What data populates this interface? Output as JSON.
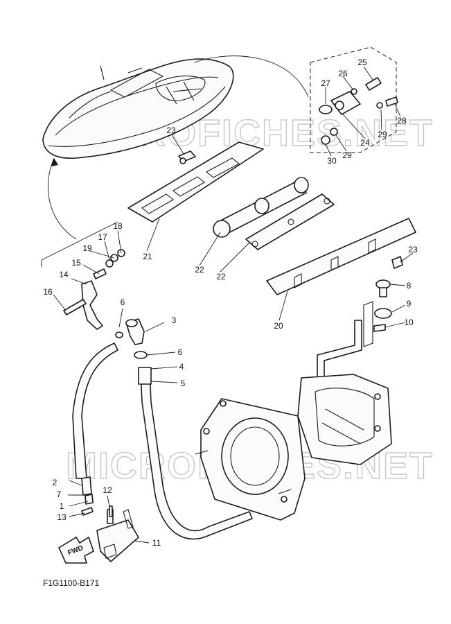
{
  "diagram": {
    "figure_code": "F1G1100-B171",
    "watermark": "MICROFICHES.NET",
    "fwd_label": "FWD",
    "callouts": [
      {
        "id": "c1",
        "label": "1"
      },
      {
        "id": "c2",
        "label": "2"
      },
      {
        "id": "c3",
        "label": "3"
      },
      {
        "id": "c4",
        "label": "4"
      },
      {
        "id": "c5",
        "label": "5"
      },
      {
        "id": "c6a",
        "label": "6"
      },
      {
        "id": "c6b",
        "label": "6"
      },
      {
        "id": "c7",
        "label": "7"
      },
      {
        "id": "c8",
        "label": "8"
      },
      {
        "id": "c9",
        "label": "9"
      },
      {
        "id": "c10",
        "label": "10"
      },
      {
        "id": "c11",
        "label": "11"
      },
      {
        "id": "c12",
        "label": "12"
      },
      {
        "id": "c13",
        "label": "13"
      },
      {
        "id": "c14",
        "label": "14"
      },
      {
        "id": "c15",
        "label": "15"
      },
      {
        "id": "c16",
        "label": "16"
      },
      {
        "id": "c17",
        "label": "17"
      },
      {
        "id": "c18",
        "label": "18"
      },
      {
        "id": "c19",
        "label": "19"
      },
      {
        "id": "c20",
        "label": "20"
      },
      {
        "id": "c21",
        "label": "21"
      },
      {
        "id": "c22a",
        "label": "22"
      },
      {
        "id": "c22b",
        "label": "22"
      },
      {
        "id": "c23a",
        "label": "23"
      },
      {
        "id": "c23b",
        "label": "23"
      },
      {
        "id": "c24",
        "label": "24"
      },
      {
        "id": "c25",
        "label": "25"
      },
      {
        "id": "c26",
        "label": "26"
      },
      {
        "id": "c27",
        "label": "27"
      },
      {
        "id": "c28",
        "label": "28"
      },
      {
        "id": "c29a",
        "label": "29"
      },
      {
        "id": "c29b",
        "label": "29"
      },
      {
        "id": "c30",
        "label": "30"
      }
    ]
  }
}
